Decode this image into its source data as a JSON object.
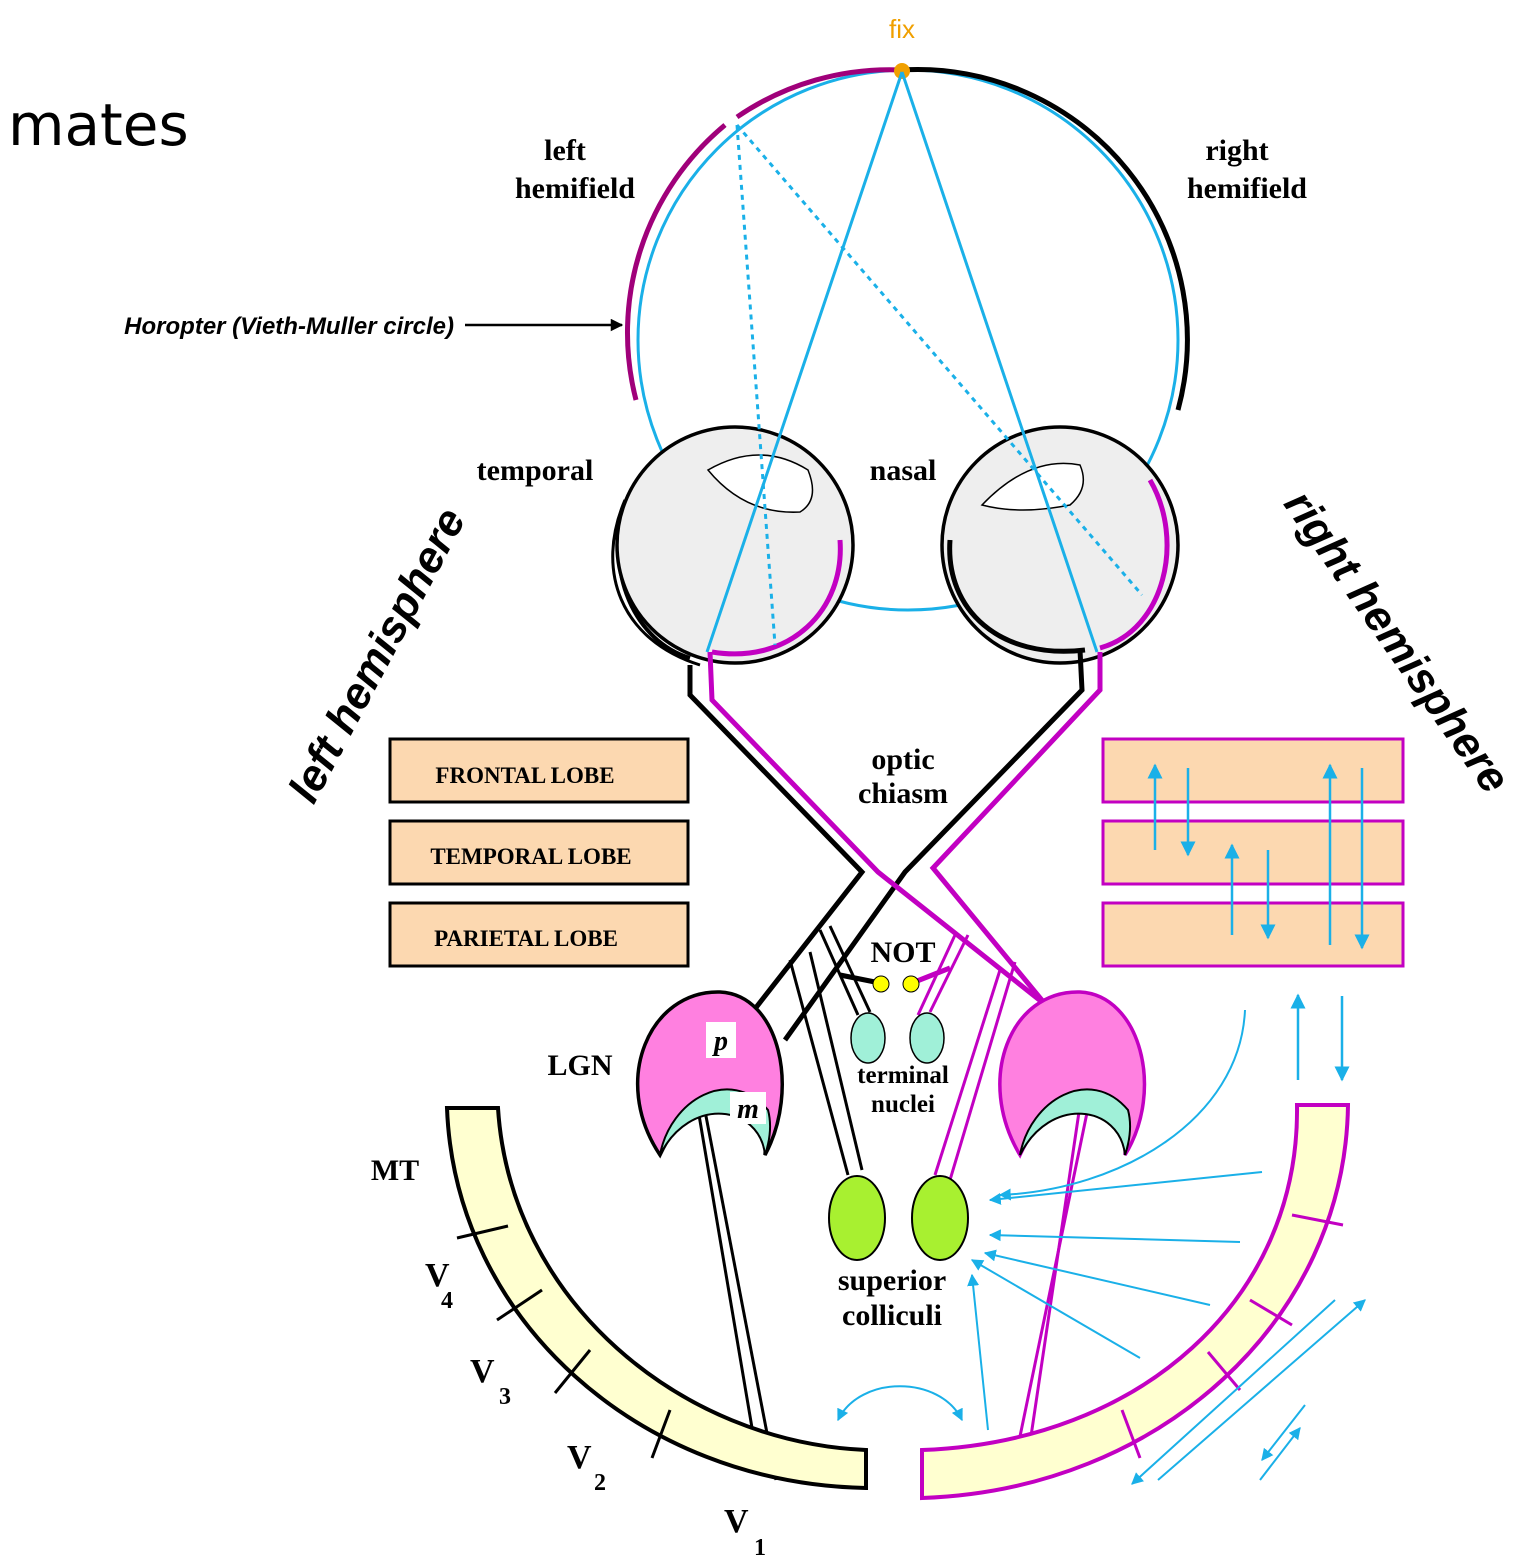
{
  "title": "mates",
  "labels": {
    "fix": "fix",
    "left_hemifield_1": "left",
    "left_hemifield_2": "hemifield",
    "right_hemifield_1": "right",
    "right_hemifield_2": "hemifield",
    "horopter": "Horopter (Vieth-Muller circle)",
    "temporal": "temporal",
    "nasal": "nasal",
    "left_hemisphere": "left hemisphere",
    "right_hemisphere": "right hemisphere",
    "optic_chiasm_1": "optic",
    "optic_chiasm_2": "chiasm",
    "not": "NOT",
    "lgn": "LGN",
    "p": "p",
    "m": "m",
    "terminal_nuclei_1": "terminal",
    "terminal_nuclei_2": "nuclei",
    "superior_colliculi_1": "superior",
    "superior_colliculi_2": "colliculi",
    "mt": "MT",
    "v": "V",
    "v4_sub": "4",
    "v3_sub": "3",
    "v2_sub": "2",
    "v1_sub": "1"
  },
  "lobes": [
    "FRONTAL LOBE",
    "TEMPORAL LOBE",
    "PARIETAL LOBE"
  ],
  "colors": {
    "cyan": "#1ab0e8",
    "magenta": "#c200c2",
    "purple_arc": "#a0007a",
    "orange": "#f0a000",
    "lobe_fill": "#fcd8b0",
    "pink": "#ff80e0",
    "mint": "#a0f0d8",
    "green": "#a8f030",
    "yellow": "#ffff00",
    "cortex_fill": "#ffffd0",
    "eye_fill": "#eeeeee"
  }
}
